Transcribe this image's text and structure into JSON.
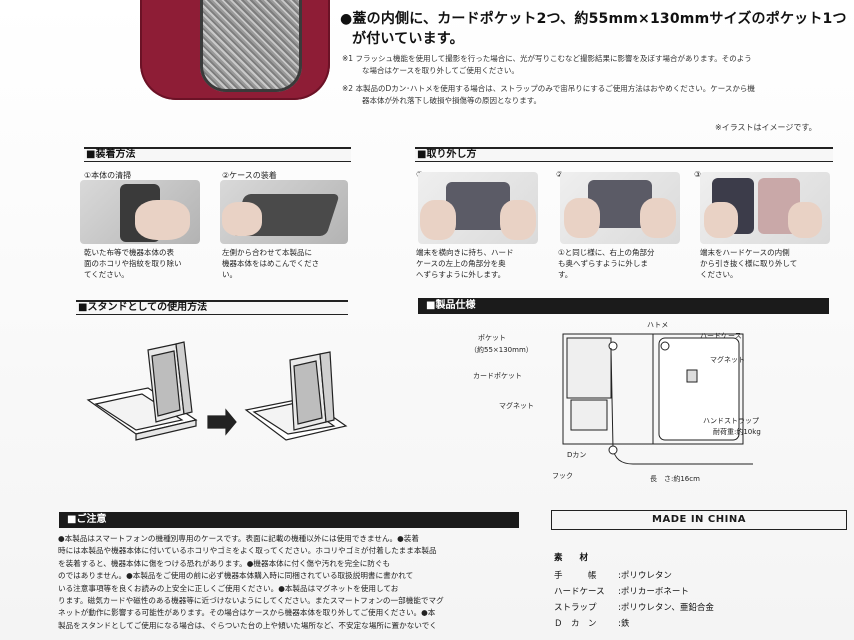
{
  "top": {
    "bullet": "●蓋の内側に、カードポケット2つ、約55mm×130mmサイズのポケット1つ",
    "bullet_cont": "が付いています。",
    "note1_a": "※1  フラッシュ機能を使用して撮影を行った場合に、光が写りこむなど撮影結果に影響を及ぼす場合があります。そのよう",
    "note1_b": "な場合はケースを取り外してご使用ください。",
    "note2_a": "※2  本製品のDカン･ハトメを使用する場合は、ストラップのみで宙吊りにするご使用方法はおやめください。ケースから機",
    "note2_b": "器本体が外れ落下し破損や損傷等の原因となります。",
    "illust_note": "※イラストはイメージです。"
  },
  "mount": {
    "header": "■装着方法",
    "step1_label": "①本体の清掃",
    "step1_text_a": "乾いた布等で機器本体の表",
    "step1_text_b": "面のホコリや指紋を取り除い",
    "step1_text_c": "てください。",
    "step2_label": "②ケースの装着",
    "step2_text_a": "左側から合わせて本製品に",
    "step2_text_b": "機器本体をはめこんでくださ",
    "step2_text_c": "い。"
  },
  "remove": {
    "header": "■取り外し方",
    "step1_label": "①",
    "step1_text_a": "端末を横向きに持ち、ハード",
    "step1_text_b": "ケースの左上の角部分を奥",
    "step1_text_c": "へずらすように外します。",
    "step2_label": "②",
    "step2_text_a": "①と同じ様に、右上の角部分",
    "step2_text_b": "も奥へずらすように外しま",
    "step2_text_c": "す。",
    "step3_label": "③",
    "step3_text_a": "端末をハードケースの内側",
    "step3_text_b": "から引き抜く様に取り外して",
    "step3_text_c": "ください。"
  },
  "stand": {
    "header": "■スタンドとしての使用方法"
  },
  "spec": {
    "header": "■製品仕様",
    "hatome": "ハトメ",
    "hard_case": "ハードケース",
    "pocket_a": "ポケット",
    "pocket_b": "（約55×130mm）",
    "magnet_right": "マグネット",
    "card_pocket": "カードポケット",
    "magnet_left": "マグネット",
    "hand_strap": "ハンドストラップ",
    "load": "耐荷重:約10kg",
    "d_kan": "Dカン",
    "hook": "フック",
    "length": "長　さ:約16cm"
  },
  "caution": {
    "header": "■ご注意",
    "lines": [
      "●本製品はスマートフォンの機種別専用のケースです。表面に記載の機種以外には使用できません。●装着",
      "時には本製品や機器本体に付いているホコリやゴミをよく取ってください。ホコリやゴミが付着したまま本製品",
      "を装着すると、機器本体に傷をつける恐れがあります。●機器本体に付く傷や汚れを完全に防ぐも",
      "のではありません。●本製品をご使用の前に必ず機器本体購入時に同梱されている取扱説明書に書かれて",
      "いる注意事項等を良くお読みの上安全に正しくご使用ください。●本製品はマグネットを使用してお",
      "ります。磁気カードや磁性のある機器等に近づけないようにしてください。またスマートフォンの一部機能でマグ",
      "ネットが動作に影響する可能性があります。その場合はケースから機器本体を取り外してご使用ください。●本",
      "製品をスタンドとしてご使用になる場合は、ぐらついた台の上や傾いた場所など、不安定な場所に置かないでく"
    ]
  },
  "made_in": "MADE IN CHINA",
  "materials": {
    "header": "素　　材",
    "rows": [
      {
        "label": "手　　　帳",
        "value": ":ポリウレタン"
      },
      {
        "label": "ハードケース",
        "value": ":ポリカーボネート"
      },
      {
        "label": "ストラップ",
        "value": ":ポリウレタン、亜鉛合金"
      },
      {
        "label": "Ｄ　カ　ン",
        "value": ":鉄"
      }
    ]
  },
  "colors": {
    "case_red": "#8e1d36",
    "header_dark": "#1b1b1b"
  }
}
